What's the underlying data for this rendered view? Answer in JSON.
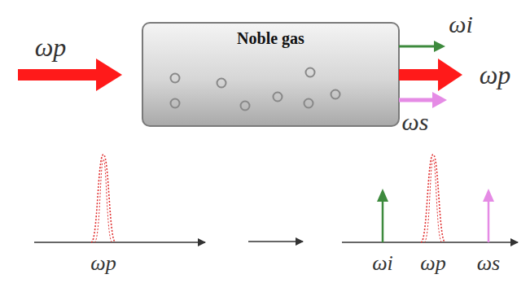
{
  "diagram": {
    "nodes": [
      {
        "text": [
          "Noble gas"
        ]
      }
    ],
    "labels": [
      "ωp",
      "ωi",
      "ωp",
      "ωs",
      "ωp",
      "ωi",
      "ωp",
      "ωs"
    ]
  }
}
